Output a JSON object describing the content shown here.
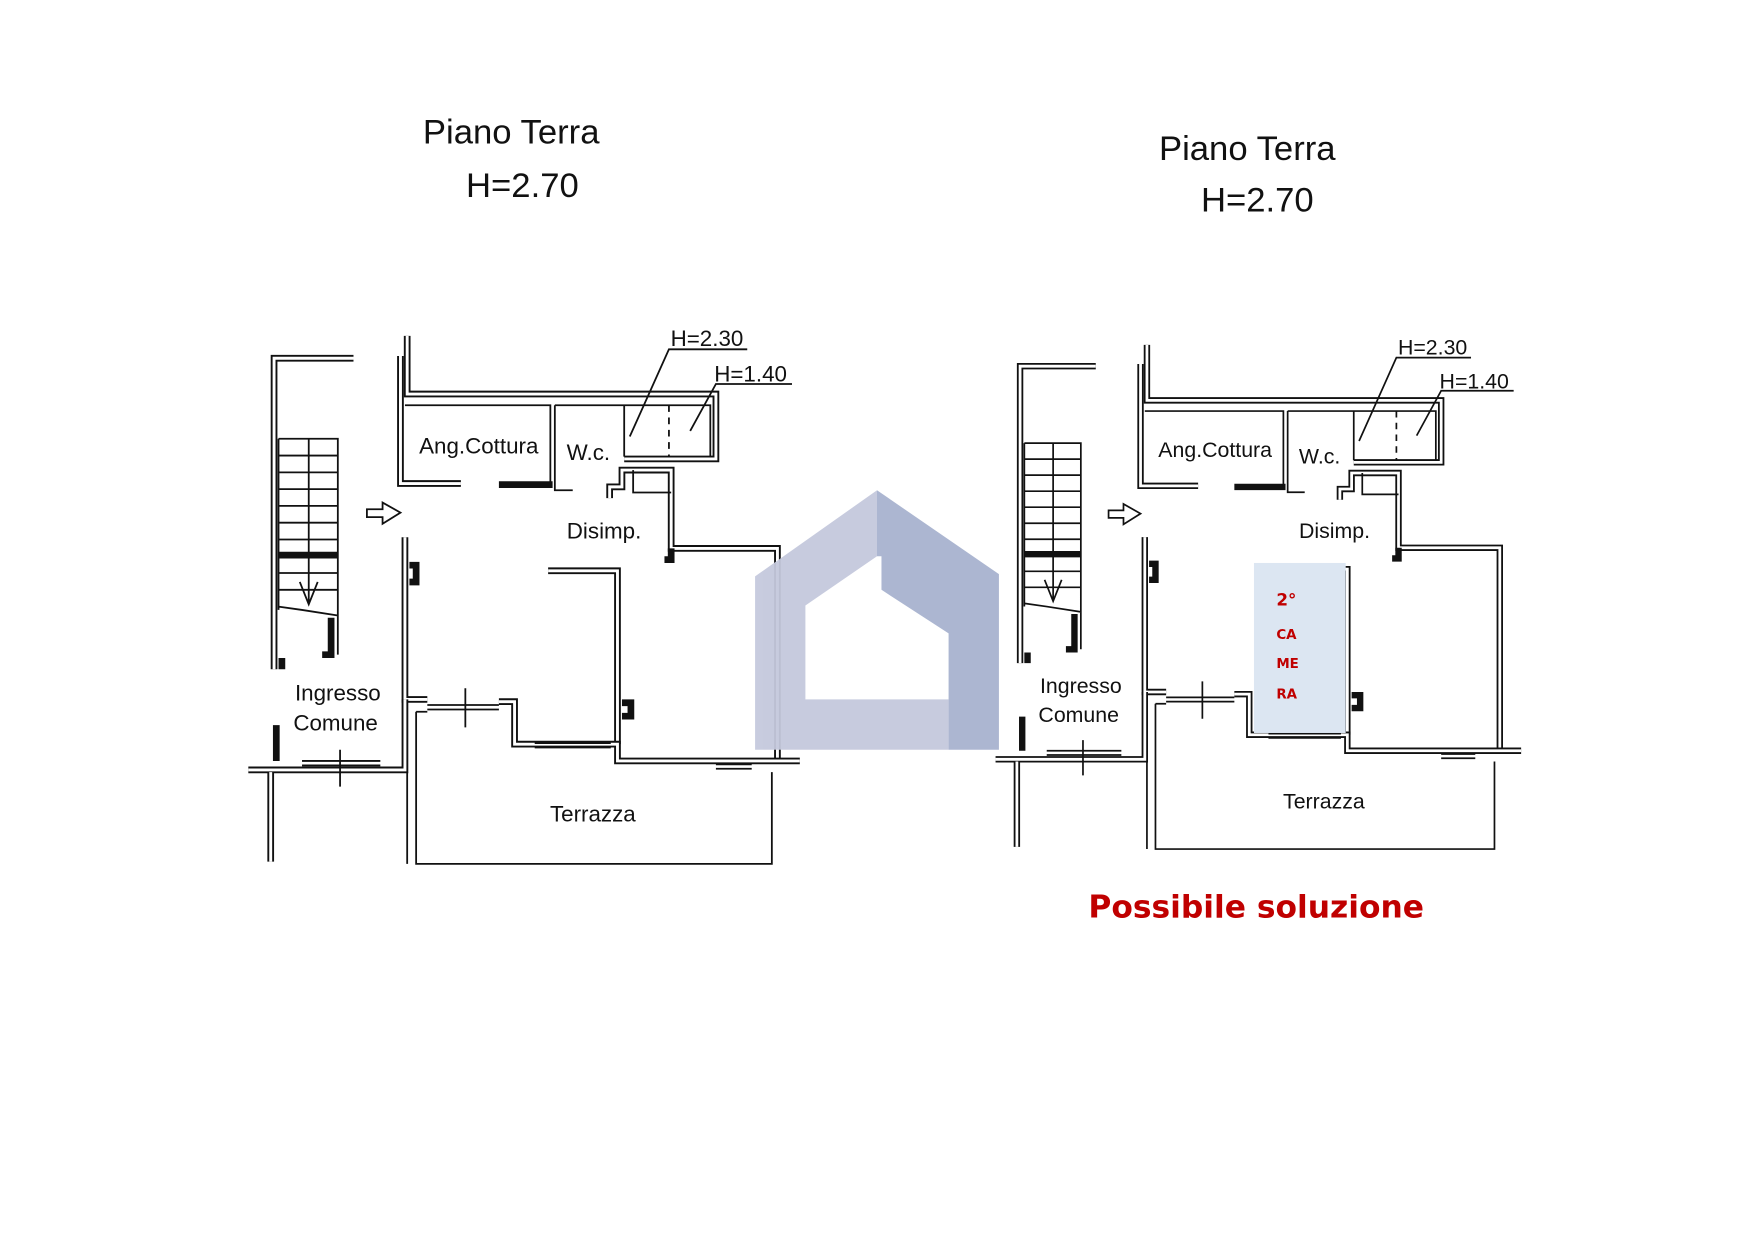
{
  "plans": [
    {
      "title": "Piano Terra",
      "height_label": "H=2.70",
      "rooms": {
        "kitchen": "Ang.Cottura",
        "wc": "W.c.",
        "hall": "Disimp.",
        "entrance_line1": "Ingresso",
        "entrance_line2": "Comune",
        "terrace": "Terrazza"
      },
      "heights": {
        "h1": "H=2.30",
        "h2": "H=1.40"
      }
    },
    {
      "title": "Piano Terra",
      "height_label": "H=2.70",
      "rooms": {
        "kitchen": "Ang.Cottura",
        "wc": "W.c.",
        "hall": "Disimp.",
        "entrance_line1": "Ingresso",
        "entrance_line2": "Comune",
        "terrace": "Terrazza"
      },
      "heights": {
        "h1": "H=2.30",
        "h2": "H=1.40"
      },
      "highlight": {
        "lines": [
          "2°",
          "CA",
          "ME",
          "RA"
        ],
        "fill": "#dce6f2",
        "text_color": "#c00000"
      },
      "caption": "Possibile soluzione"
    }
  ],
  "watermark": {
    "icon": "house-logo-icon",
    "colors": [
      "#c5c9dd",
      "#a8b3cf"
    ]
  }
}
